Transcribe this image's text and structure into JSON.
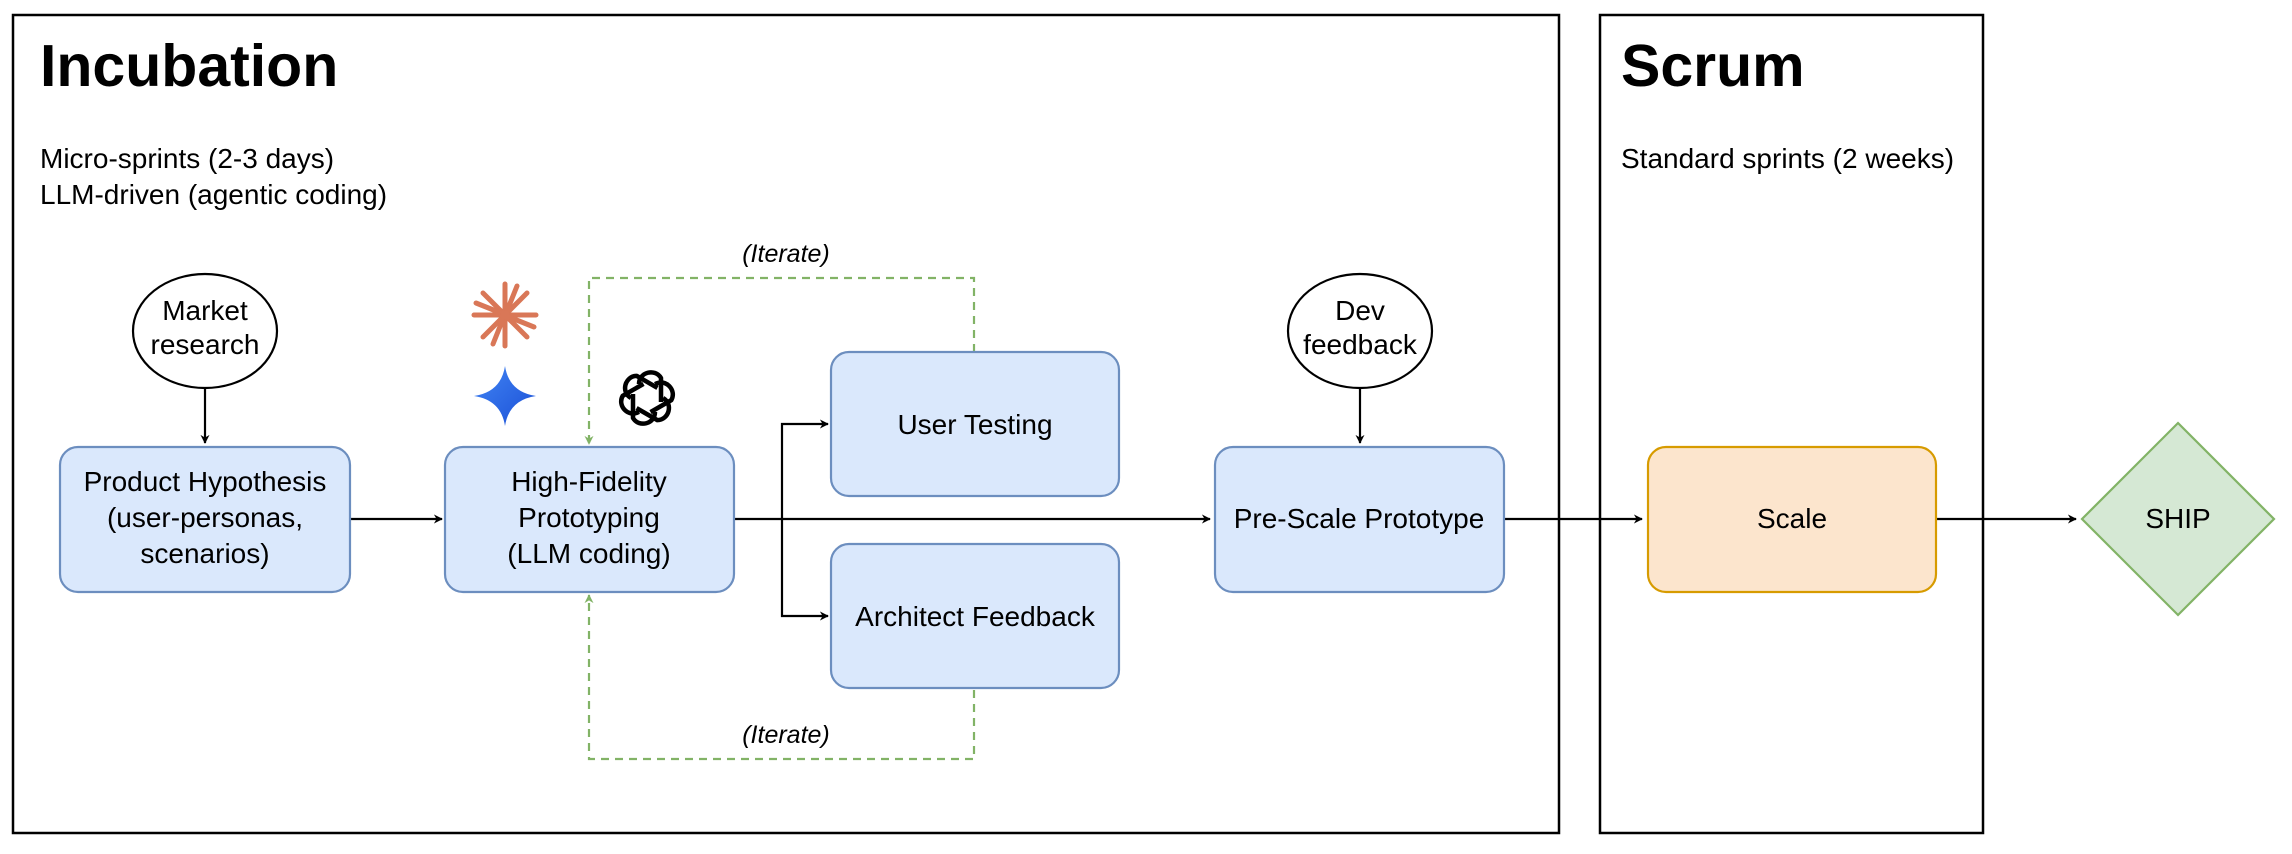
{
  "frames": {
    "incubation": {
      "title": "Incubation",
      "sub_line1": "Micro-sprints (2-3 days)",
      "sub_line2": "LLM-driven (agentic coding)"
    },
    "scrum": {
      "title": "Scrum",
      "sub_line1": "Standard sprints (2 weeks)"
    }
  },
  "nodes": {
    "market_research": [
      "Market",
      "research"
    ],
    "product_hypothesis": [
      "Product Hypothesis",
      "(user-personas,",
      "scenarios)"
    ],
    "hifi_prototyping": [
      "High-Fidelity",
      "Prototyping",
      "(LLM coding)"
    ],
    "user_testing": [
      "User Testing"
    ],
    "architect_feedback": [
      "Architect Feedback"
    ],
    "dev_feedback": [
      "Dev",
      "feedback"
    ],
    "prescale_prototype": [
      "Pre-Scale Prototype"
    ],
    "scale": [
      "Scale"
    ],
    "ship": [
      "SHIP"
    ]
  },
  "loops": {
    "top_label": "(Iterate)",
    "bottom_label": "(Iterate)"
  },
  "icons": [
    "claude-logo-icon",
    "gemini-logo-icon",
    "openai-logo-icon"
  ],
  "colors": {
    "process_fill": "#dae8fc",
    "process_stroke": "#6c8ebf",
    "scale_fill": "#fce5cd",
    "scale_stroke": "#d79b00",
    "ship_fill": "#d5e8d4",
    "ship_stroke": "#82b366",
    "iterate_loop": "#82b366",
    "claude_orange": "#d97757",
    "gemini_blue": "#4285f4"
  }
}
